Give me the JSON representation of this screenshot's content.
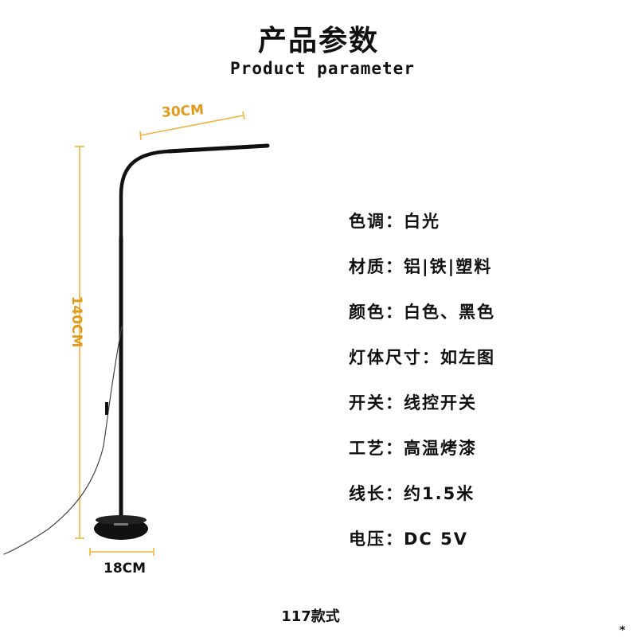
{
  "header": {
    "title": "产品参数",
    "subtitle": "Product parameter"
  },
  "dimensions": {
    "arm_length": "30CM",
    "height": "140CM",
    "base_diameter": "18CM"
  },
  "specs": [
    {
      "label": "色调：",
      "value": "白光"
    },
    {
      "label": "材质：",
      "value": "铝|铁|塑料"
    },
    {
      "label": "颜色：",
      "value": "白色、黑色"
    },
    {
      "label": "灯体尺寸：",
      "value": "如左图"
    },
    {
      "label": "开关：",
      "value": "线控开关"
    },
    {
      "label": "工艺：",
      "value": "高温烤漆"
    },
    {
      "label": "线长：",
      "value": "约1.5米"
    },
    {
      "label": "电压：",
      "value": "DC 5V"
    }
  ],
  "footer": {
    "model_caption": "117款式",
    "corner_mark": "*"
  },
  "colors": {
    "dimension_line": "#f0b43c",
    "dimension_text": "#e39a1a",
    "lamp": "#111111"
  },
  "icons": [
    "floor-lamp-illustration"
  ]
}
